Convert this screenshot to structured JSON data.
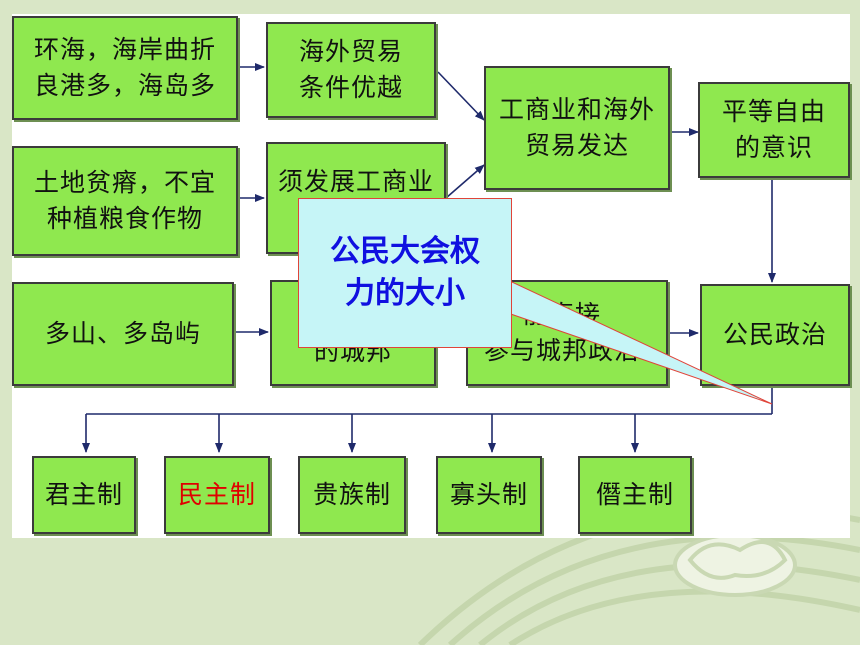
{
  "nodes": {
    "geo_coast": "环海，海岸曲折\n良港多，海岛多",
    "trade_conditions": "海外贸易\n条件优越",
    "land_poor": "土地贫瘠，不宜\n种植粮食作物",
    "develop_commerce": "须发展工商业",
    "commerce_trade": "工商业和海外\n贸易发达",
    "equality_freedom": "平等自由\n的意识",
    "mountains_islands": "多山、多岛屿",
    "city_states": "的城邦",
    "direct_participation": "能直接\n参与城邦政治",
    "citizen_politics": "公民政治"
  },
  "regimes": {
    "monarchy": "君主制",
    "democracy": "民主制",
    "aristocracy": "贵族制",
    "oligarchy": "寡头制",
    "tyranny": "僭主制"
  },
  "callout": {
    "text": "公民大会权\n力的大小"
  },
  "colors": {
    "box_fill": "#8fe84f",
    "box_border": "#3b3b3b",
    "arrow": "#1f2a6b",
    "highlight_text": "#e00000",
    "callout_fill": "#c6f5f7",
    "callout_text": "#1010e0",
    "callout_border": "#e0443a",
    "background": "#d9e6c6"
  }
}
